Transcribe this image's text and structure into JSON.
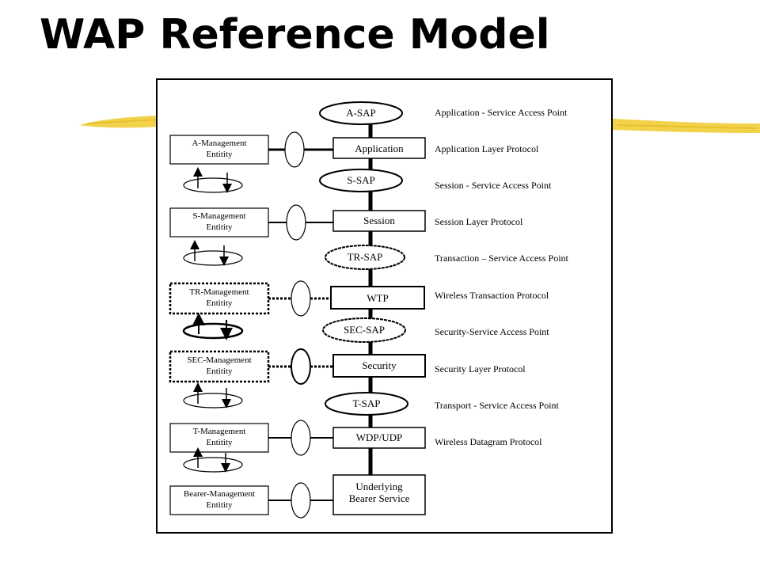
{
  "title": "WAP Reference Model",
  "saps": [
    {
      "id": "a-sap",
      "label": "A-SAP",
      "desc": "Application - Service Access Point"
    },
    {
      "id": "s-sap",
      "label": "S-SAP",
      "desc": "Session - Service Access Point"
    },
    {
      "id": "tr-sap",
      "label": "TR-SAP",
      "desc": "Transaction – Service Access Point"
    },
    {
      "id": "sec-sap",
      "label": "SEC-SAP",
      "desc": "Security-Service Access Point"
    },
    {
      "id": "t-sap",
      "label": "T-SAP",
      "desc": "Transport - Service Access Point"
    }
  ],
  "layers": [
    {
      "id": "application",
      "label": "Application",
      "desc": "Application Layer Protocol"
    },
    {
      "id": "session",
      "label": "Session",
      "desc": "Session Layer Protocol"
    },
    {
      "id": "wtp",
      "label": "WTP",
      "desc": "Wireless Transaction Protocol"
    },
    {
      "id": "security",
      "label": "Security",
      "desc": "Security Layer Protocol"
    },
    {
      "id": "wdp-udp",
      "label": "WDP/UDP",
      "desc": "Wireless Datagram Protocol"
    },
    {
      "id": "bearer",
      "label_line1": "Underlying",
      "label_line2": "Bearer Service"
    }
  ],
  "management": [
    {
      "id": "a",
      "line1": "A-Management",
      "line2": "Entitity"
    },
    {
      "id": "s",
      "line1": "S-Management",
      "line2": "Entitity"
    },
    {
      "id": "tr",
      "line1": "TR-Management",
      "line2": "Entitity"
    },
    {
      "id": "sec",
      "line1": "SEC-Management",
      "line2": "Entitity"
    },
    {
      "id": "t",
      "line1": "T-Management",
      "line2": "Entitity"
    },
    {
      "id": "bearer",
      "line1": "Bearer-Management",
      "line2": "Entitity"
    }
  ]
}
